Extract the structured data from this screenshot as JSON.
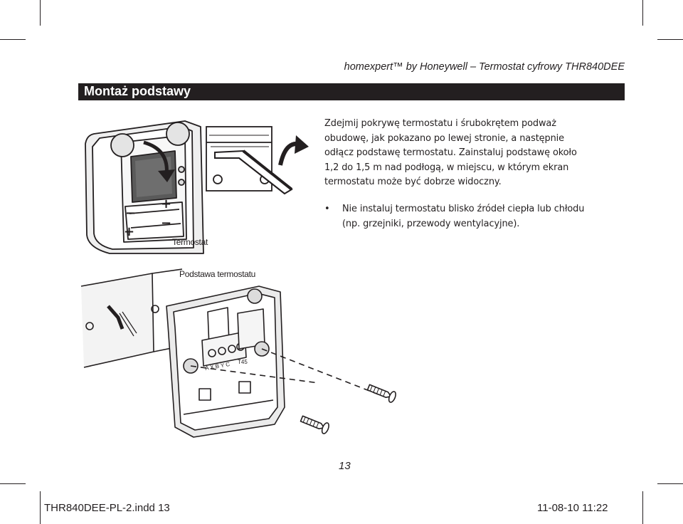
{
  "header": {
    "title": "homexpert™ by Honeywell – Termostat cyfrowy THR840DEE"
  },
  "section": {
    "title": "Montaż podstawy"
  },
  "body": {
    "paragraph_lines": [
      "Zdejmij pokrywę termostatu i śrubokrętem podważ",
      "obudowę, jak pokazano po lewej stronie, a następnie",
      "odłącz podstawę termostatu. Zainstaluj podstawę około",
      "1,2 do 1,5 m nad podłogą, w miejscu, w którym ekran",
      "termostatu może być dobrze widoczny."
    ],
    "bullet_symbol": "•",
    "bullet_lines": [
      "Nie instaluj termostatu blisko źródeł ciepła lub chłodu",
      "(np. grzejniki, przewody wentylacyjne)."
    ]
  },
  "figures": {
    "thermostat_label": "Termostat",
    "base_label": "Podstawa termostatu",
    "battery_symbols": [
      "−",
      "+",
      "+",
      "−"
    ],
    "terminal_marks": "A  X  B  Y  C",
    "model_mark": "T45"
  },
  "page_number": "13",
  "footer": {
    "file": "THR840DEE-PL-2.indd   13",
    "datetime": "11-08-10   11:22"
  }
}
